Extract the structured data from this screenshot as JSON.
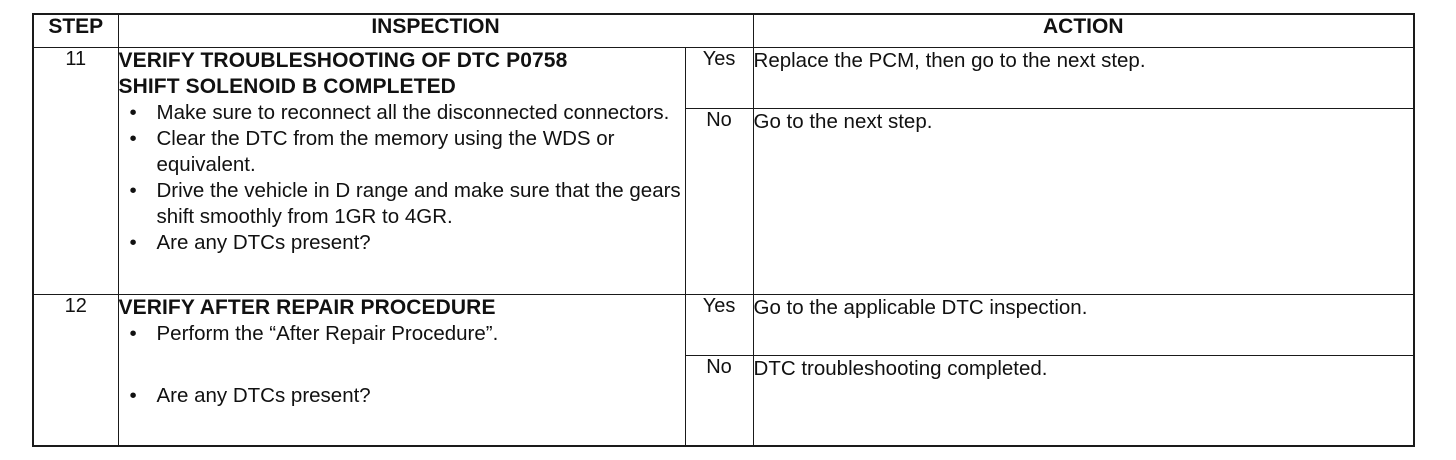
{
  "headers": {
    "step": "STEP",
    "inspection": "INSPECTION",
    "action": "ACTION"
  },
  "steps": [
    {
      "number": "11",
      "title_line1": "VERIFY TROUBLESHOOTING OF DTC P0758",
      "title_line2": "SHIFT SOLENOID B COMPLETED",
      "bullets": [
        "Make sure to reconnect all the disconnected connectors.",
        "Clear the DTC from the memory using the WDS or equivalent.",
        "Drive the vehicle in D range and make sure that the gears shift smoothly from 1GR to 4GR.",
        "Are any DTCs present?"
      ],
      "yes_label": "Yes",
      "yes_action": "Replace the PCM, then go to the next step.",
      "no_label": "No",
      "no_action": "Go to the next step."
    },
    {
      "number": "12",
      "title_line1": "VERIFY AFTER REPAIR PROCEDURE",
      "bullets": [
        "Perform the “After Repair Procedure”.",
        "Are any DTCs present?"
      ],
      "yes_label": "Yes",
      "yes_action": "Go to the applicable DTC inspection.",
      "no_label": "No",
      "no_action": "DTC troubleshooting completed."
    }
  ]
}
